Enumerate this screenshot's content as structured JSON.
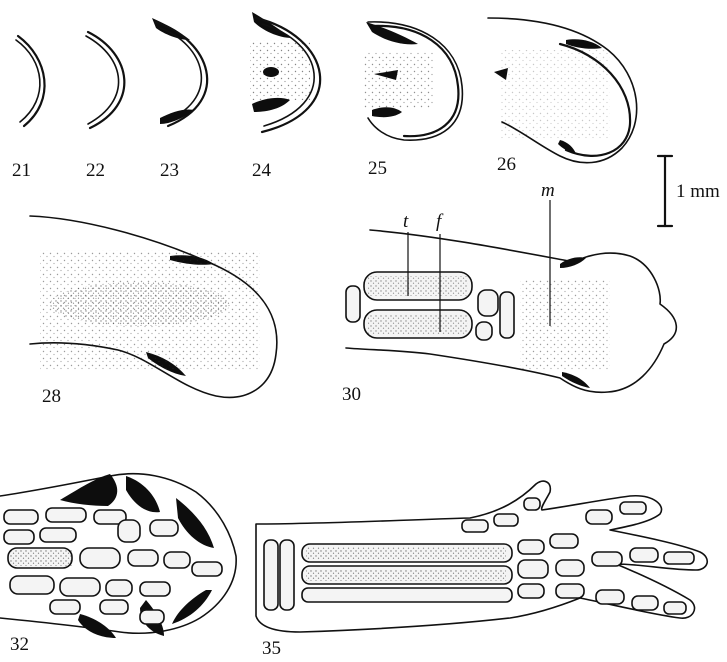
{
  "figure": {
    "stage_labels": [
      "21",
      "22",
      "23",
      "24",
      "25",
      "26",
      "28",
      "30",
      "32",
      "35"
    ],
    "scale_bar": {
      "label": "1 mm"
    },
    "annotations": [
      "t",
      "f",
      "m"
    ]
  }
}
